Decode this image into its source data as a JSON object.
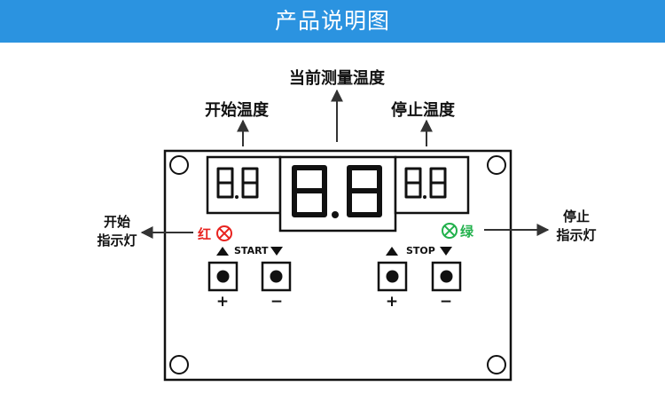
{
  "banner": {
    "title": "产品说明图"
  },
  "labels": {
    "current_temp": "当前测量温度",
    "start_temp": "开始温度",
    "stop_temp": "停止温度",
    "start_light": [
      "开始",
      "指示灯"
    ],
    "stop_light": [
      "停止",
      "指示灯"
    ]
  },
  "leds": {
    "red": {
      "text": "红",
      "color": "#e8231f"
    },
    "green": {
      "text": "绿",
      "color": "#22b14c"
    }
  },
  "buttons": {
    "start_label": "START",
    "stop_label": "STOP",
    "plus": "+",
    "minus": "−"
  },
  "colors": {
    "banner": "#2b93e0",
    "board_outline": "#111111"
  }
}
